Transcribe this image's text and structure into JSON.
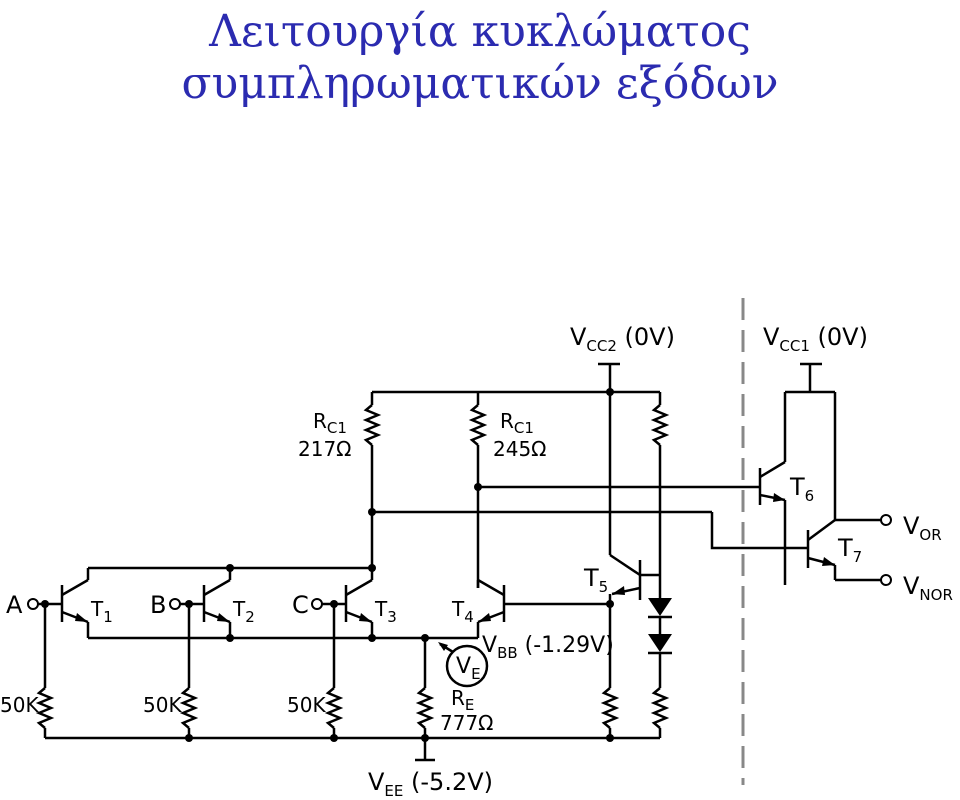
{
  "title": {
    "line1": "Λειτουργία κυκλώματος",
    "line2": "συμπληρωματικών εξόδων"
  },
  "labels": {
    "vcc2": "V",
    "vcc2_sub": "CC2",
    "vcc2_val": " (0V)",
    "vcc1": "V",
    "vcc1_sub": "CC1",
    "vcc1_val": " (0V)",
    "rc1_left": "R",
    "rc1_left_sub": "C1",
    "rc1_left_val": "217Ω",
    "rc1_right": "R",
    "rc1_right_sub": "C1",
    "rc1_right_val": "245Ω",
    "re": "R",
    "re_sub": "E",
    "re_val": "777Ω",
    "vbb": "V",
    "vbb_sub": "BB",
    "vbb_val": " (-1.29V)",
    "ve": "V",
    "ve_sub": "E",
    "vee": "V",
    "vee_sub": "EE",
    "vee_val": " (-5.2V)",
    "vor": "V",
    "vor_sub": "OR",
    "vnor": "V",
    "vnor_sub": "NOR",
    "input_a": "A",
    "input_b": "B",
    "input_c": "C",
    "t1": "T",
    "t1_sub": "1",
    "t2": "T",
    "t2_sub": "2",
    "t3": "T",
    "t3_sub": "3",
    "t4": "T",
    "t4_sub": "4",
    "t5": "T",
    "t5_sub": "5",
    "t6": "T",
    "t6_sub": "6",
    "t7": "T",
    "t7_sub": "7",
    "r50k_1": "50K",
    "r50k_2": "50K",
    "r50k_3": "50K"
  }
}
